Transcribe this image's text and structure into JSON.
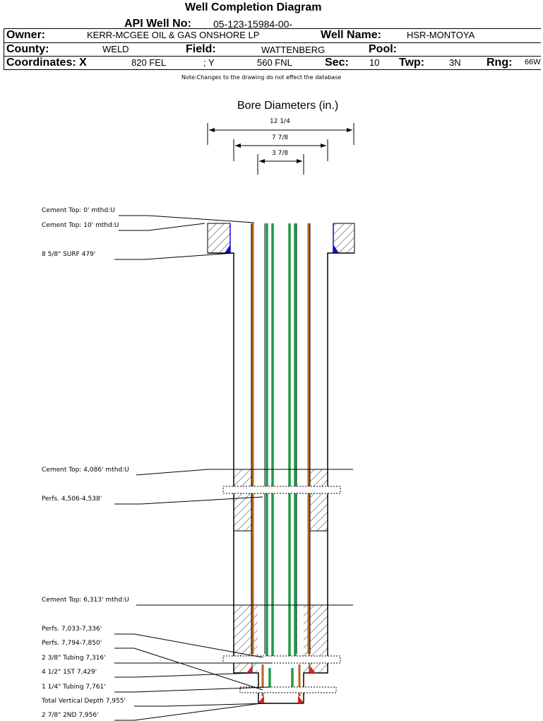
{
  "title": "Well Completion Diagram",
  "header": {
    "api_label": "API Well No:",
    "api_value": "05-123-15984-00-",
    "owner_label": "Owner:",
    "owner_value": "KERR-MCGEE OIL & GAS ONSHORE LP",
    "well_name_label": "Well Name:",
    "well_name_value": "HSR-MONTOYA",
    "county_label": "County:",
    "county_value": "WELD",
    "field_label": "Field:",
    "field_value": "WATTENBERG",
    "pool_label": "Pool:",
    "pool_value": "",
    "coord_label": "Coordinates: X",
    "coord_x_value": "820 FEL",
    "coord_y_label": "; Y",
    "coord_y_value": "560 FNL",
    "sec_label": "Sec:",
    "sec_value": "10",
    "twp_label": "Twp:",
    "twp_value": "3N",
    "rng_label": "Rng:",
    "rng_value": "66W"
  },
  "note": "Note:Changes to the drawing do not effect the database",
  "bore": {
    "title": "Bore Diameters (in.)",
    "dims": [
      "12 1/4",
      "7 7/8",
      "3 7/8"
    ]
  },
  "labels": [
    "Cement Top: 0' mthd:U",
    "Cement Top: 10' mthd:U",
    "8 5/8\" SURF      479'",
    "Cement Top: 4,086' mthd:U",
    "Perfs. 4,506-4,538'",
    "Cement Top: 6,313' mthd:U",
    "Perfs. 7,033-7,336'",
    "Perfs. 7,794-7,850'",
    "2 3/8\" Tubing 7,316'",
    "4 1/2\" 1ST       7,429'",
    "1 1/4\" Tubing 7,761'",
    "Total Vertical Depth 7,955'",
    "2 7/8\" 2ND       7,956'"
  ],
  "colors": {
    "casing_outer": "#b5651d",
    "tubing": "#1f9a4a",
    "cement_fill_blue": "#1010c8",
    "shoe_red": "#e02020"
  }
}
